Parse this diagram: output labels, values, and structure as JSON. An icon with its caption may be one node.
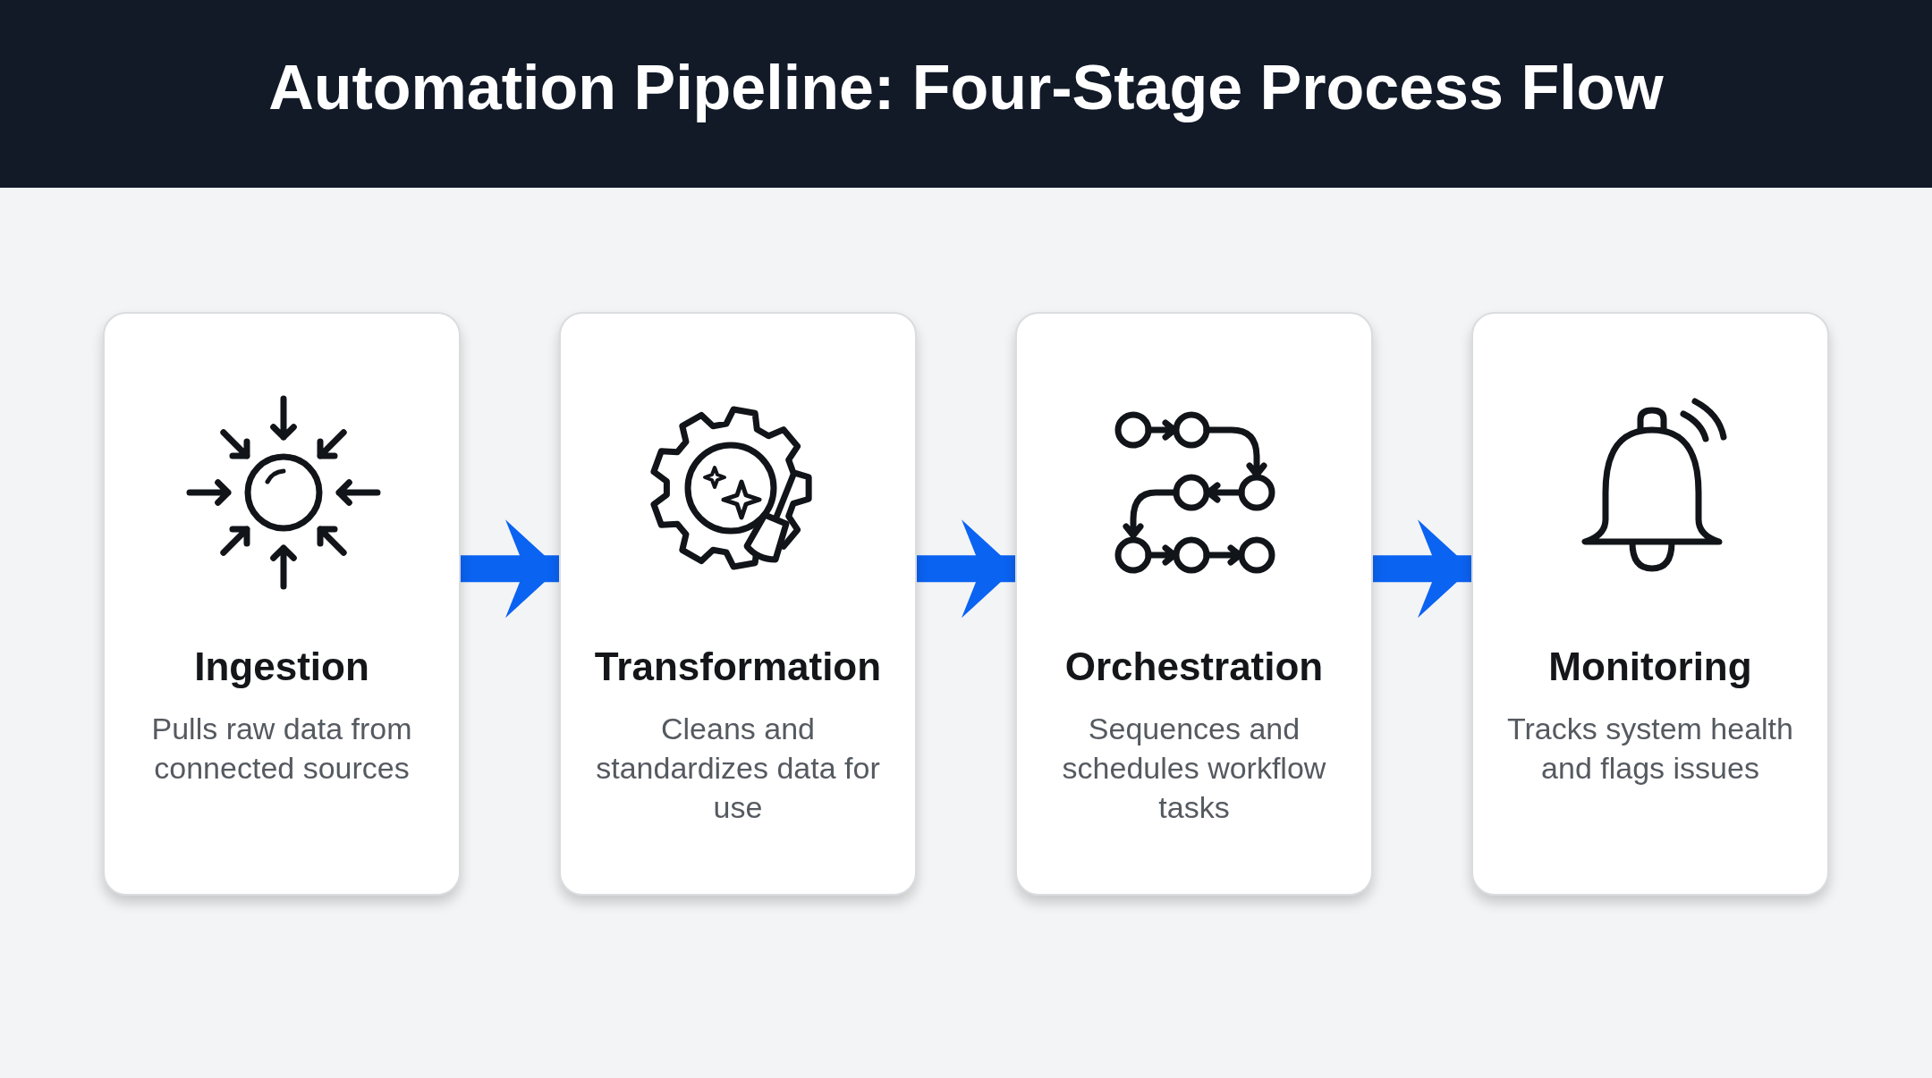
{
  "diagram": {
    "title": "Automation Pipeline: Four-Stage Process Flow",
    "nodes": [
      {
        "text": [
          "Ingestion",
          "Pulls raw data from connected sources"
        ]
      },
      {
        "text": [
          "Transformation",
          "Cleans and standardizes data for use"
        ]
      },
      {
        "text": [
          "Orchestration",
          "Sequences and schedules workflow tasks"
        ]
      },
      {
        "text": [
          "Monitoring",
          "Tracks system health and flags issues"
        ]
      }
    ],
    "edges": [
      {
        "from": 0,
        "to": 1,
        "arrow": "to"
      },
      {
        "from": 1,
        "to": 2,
        "arrow": "to"
      },
      {
        "from": 2,
        "to": 3,
        "arrow": "to"
      }
    ]
  }
}
